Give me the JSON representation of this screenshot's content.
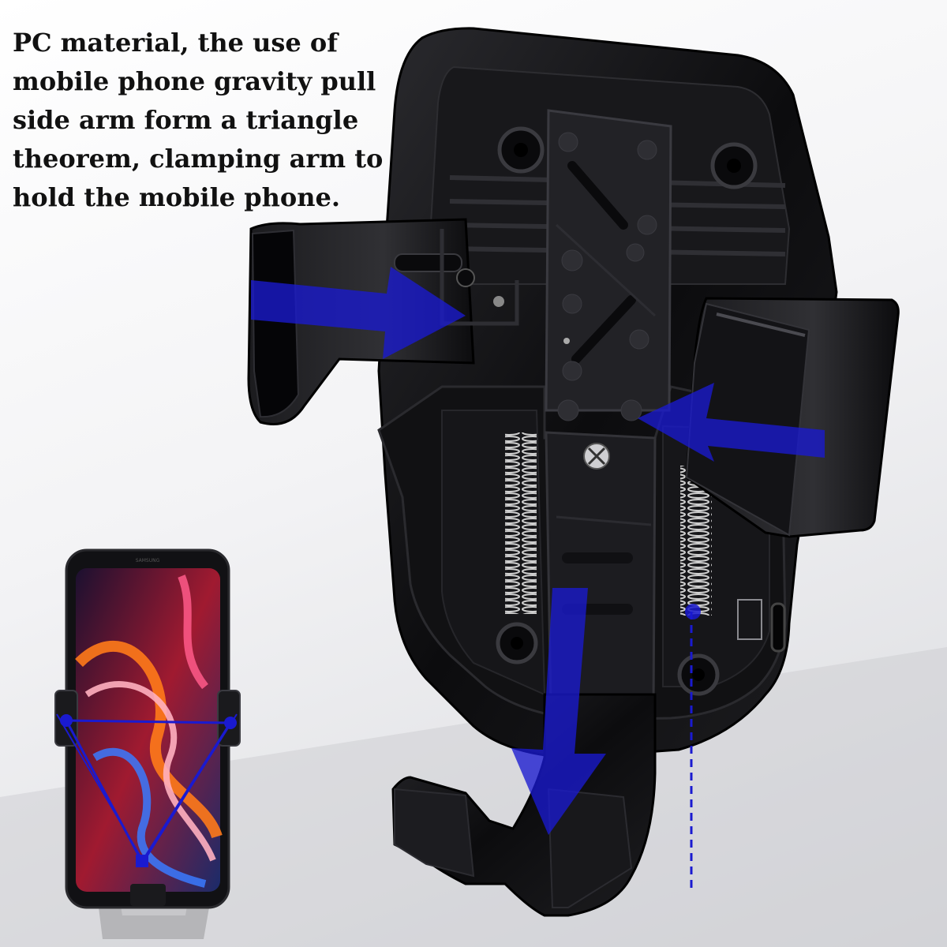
{
  "caption": {
    "lines": [
      "PC material, the use of",
      "mobile phone gravity pull",
      "side arm form a triangle",
      "theorem, clamping arm to",
      "hold the mobile phone."
    ]
  },
  "phone": {
    "brand_text": "SAMSUNG"
  },
  "colors": {
    "arrow": "#1a1ad0",
    "holder": "#0d0d0f",
    "spring": "#c8c8c8",
    "text": "#111111"
  }
}
